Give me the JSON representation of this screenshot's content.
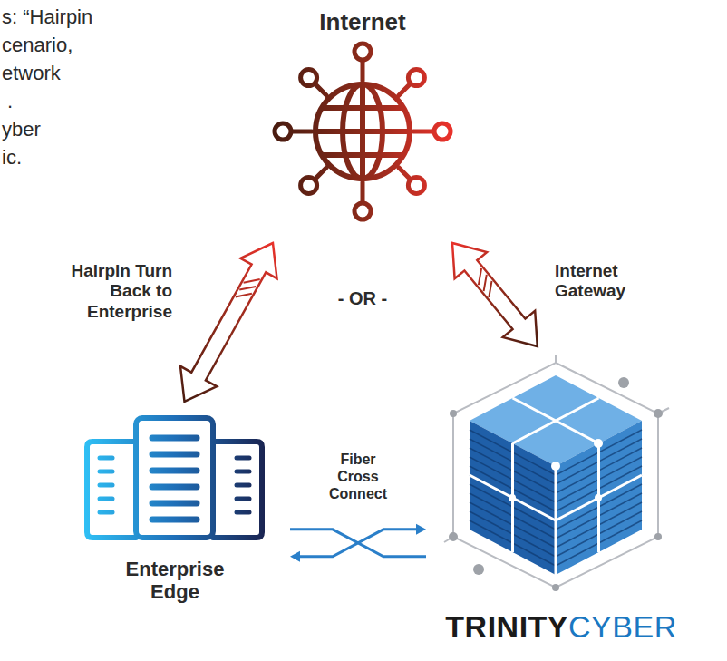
{
  "diagram": {
    "nodes": [
      {
        "text": [
          "Internet"
        ]
      },
      {
        "text": [
          "Enterprise Edge"
        ]
      },
      {
        "text": [
          "TRINITY",
          "CYBER"
        ]
      }
    ],
    "edges": [
      {
        "from": 0,
        "to": 1,
        "arrow": "both",
        "label": "Hairpin Turn Back to Enterprise"
      },
      {
        "from": 0,
        "to": 2,
        "arrow": "both",
        "label": "Internet Gateway"
      },
      {
        "from": 1,
        "to": 2,
        "arrow": "both",
        "label": "Fiber Cross Connect"
      }
    ],
    "labels": [
      "s: “Hairpin",
      "cenario,",
      "etwork",
      ".",
      "yber",
      "ic.",
      "- OR -"
    ]
  }
}
